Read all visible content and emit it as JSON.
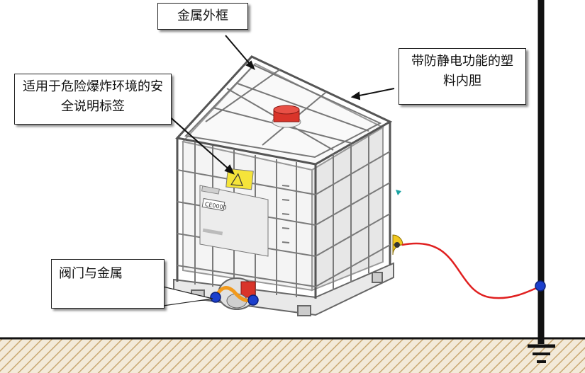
{
  "callouts": {
    "metal_frame": "金属外框",
    "inner_tank": "带防静电功能的塑料内胆",
    "safety_label": "适用于危险爆炸环境的安全说明标签",
    "valve_metal": "阀门与金属"
  },
  "tank_label": {
    "code": "CE0000"
  },
  "colors": {
    "ground_hatch": "#c9a872",
    "ground_fill": "#f3ead9",
    "cable": "#e02020",
    "clamp": "#f2c81e",
    "connector": "#1c3fcc",
    "cap": "#d9342a",
    "warning_label": "#f5e43a"
  }
}
